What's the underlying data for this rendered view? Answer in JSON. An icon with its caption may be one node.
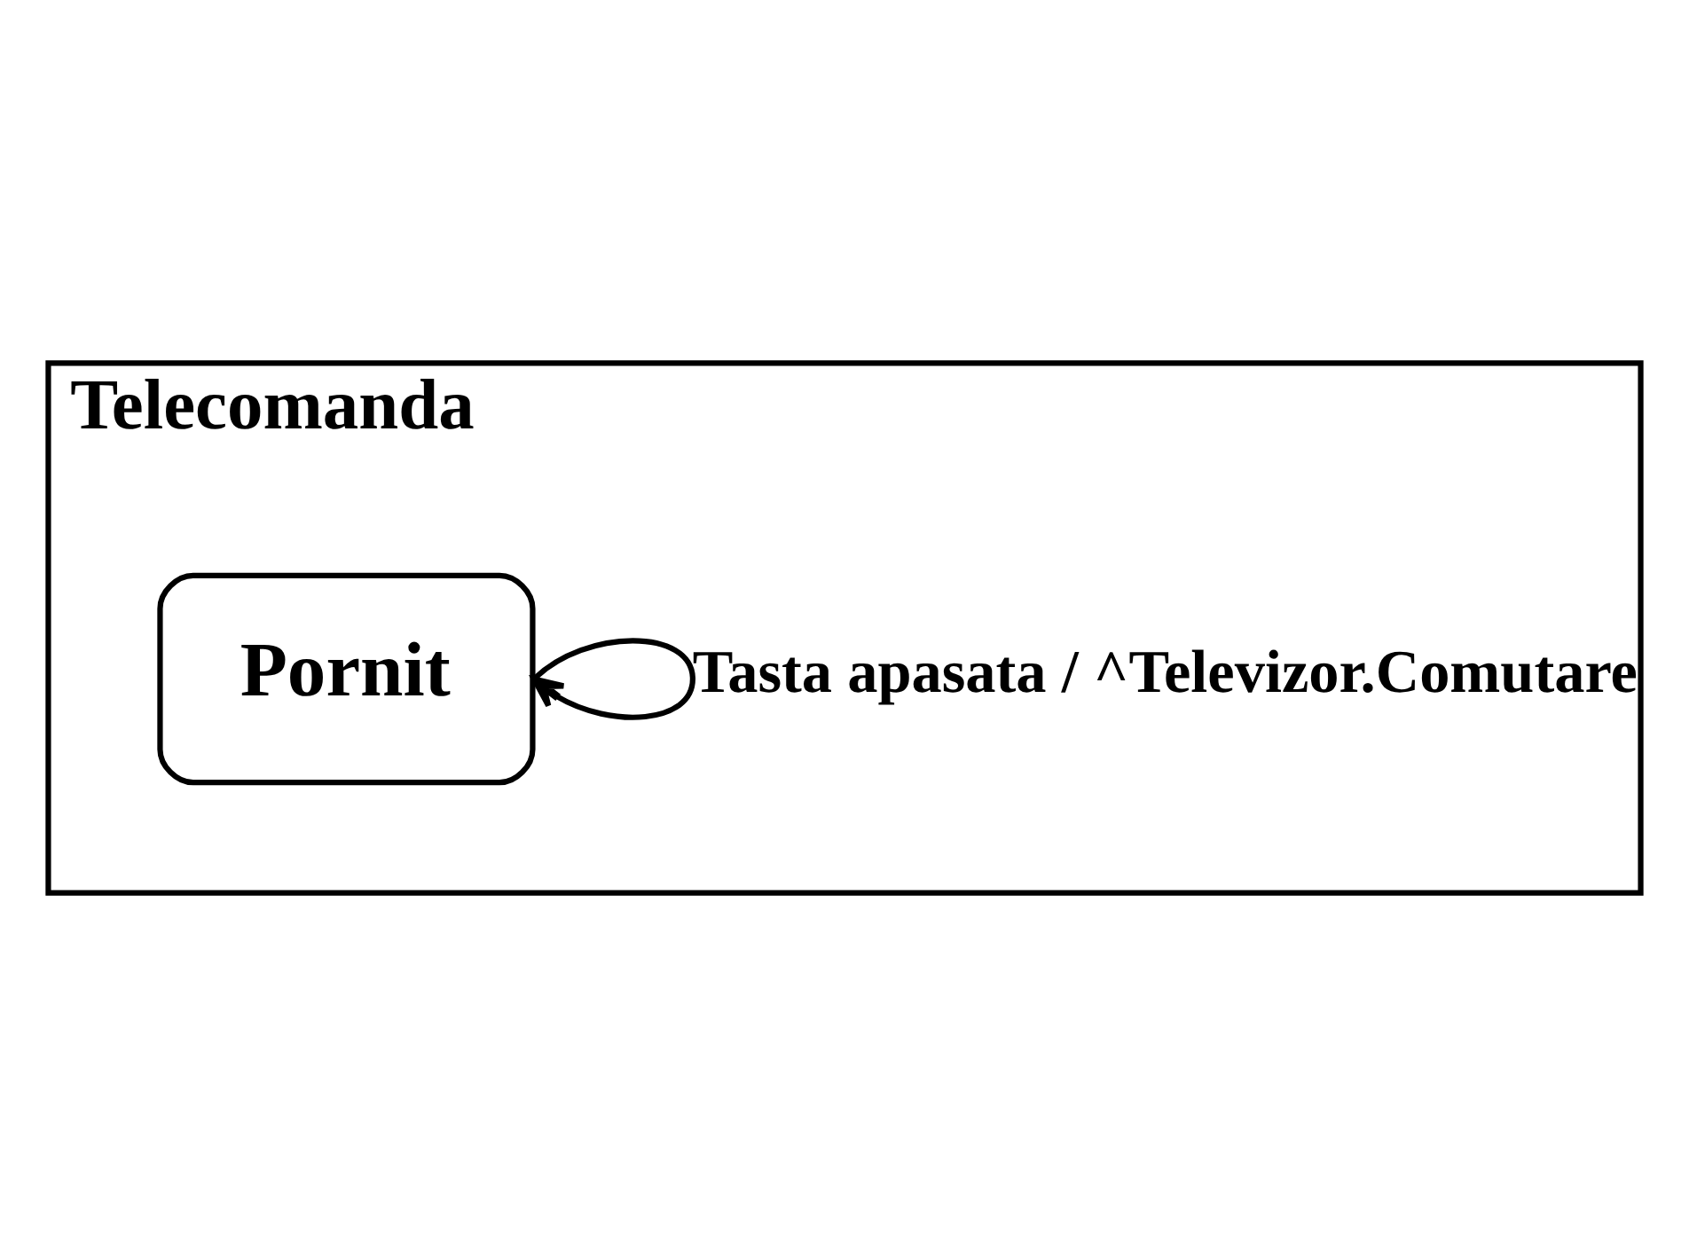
{
  "diagram": {
    "nodes": [
      {
        "text": [
          "Telecomanda"
        ]
      },
      {
        "text": [
          "Pornit"
        ],
        "in": 0
      }
    ],
    "edges": [
      {
        "from": 1,
        "to": 1,
        "arrow": "to",
        "label": "Tasta apasata / ^Televizor.Comutare"
      }
    ]
  }
}
